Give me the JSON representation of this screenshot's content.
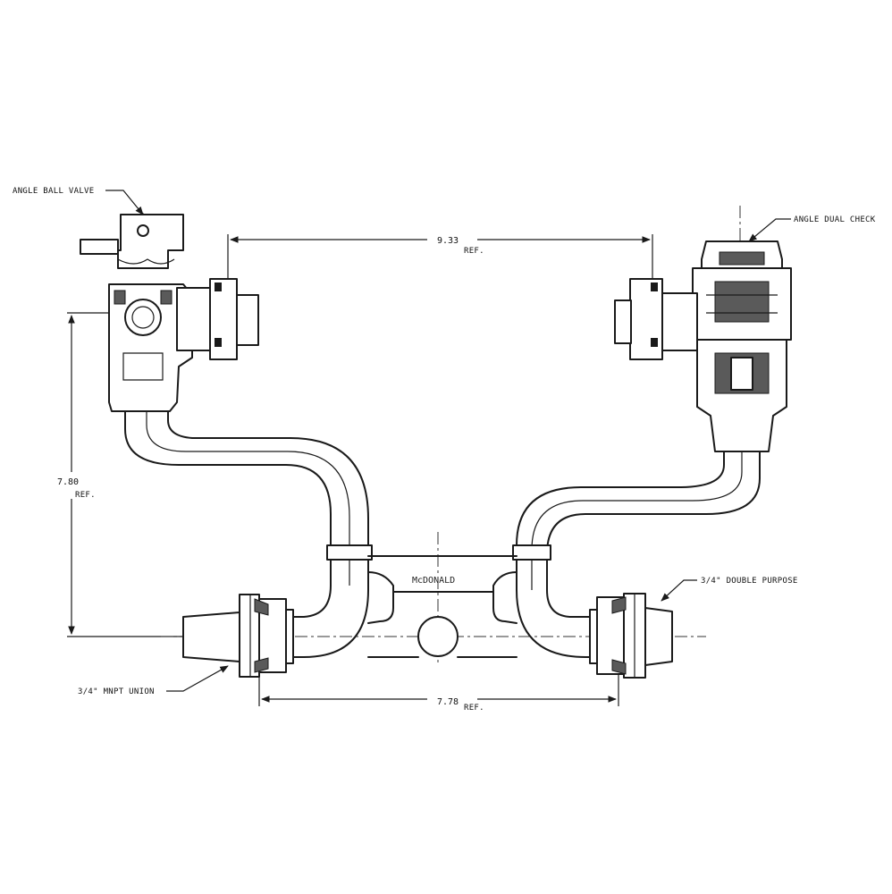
{
  "labels": {
    "angle_ball_valve": "ANGLE BALL VALVE",
    "angle_dual_check": "ANGLE DUAL CHECK",
    "double_purpose": "3/4\" DOUBLE PURPOSE",
    "mnpt_union": "3/4\" MNPT UNION",
    "cast_mark": "McDONALD"
  },
  "dimensions": {
    "top_width": {
      "value": "9.33",
      "unit": "REF."
    },
    "height": {
      "value": "7.80",
      "unit": "REF."
    },
    "bottom_width": {
      "value": "7.78",
      "unit": "REF."
    }
  }
}
